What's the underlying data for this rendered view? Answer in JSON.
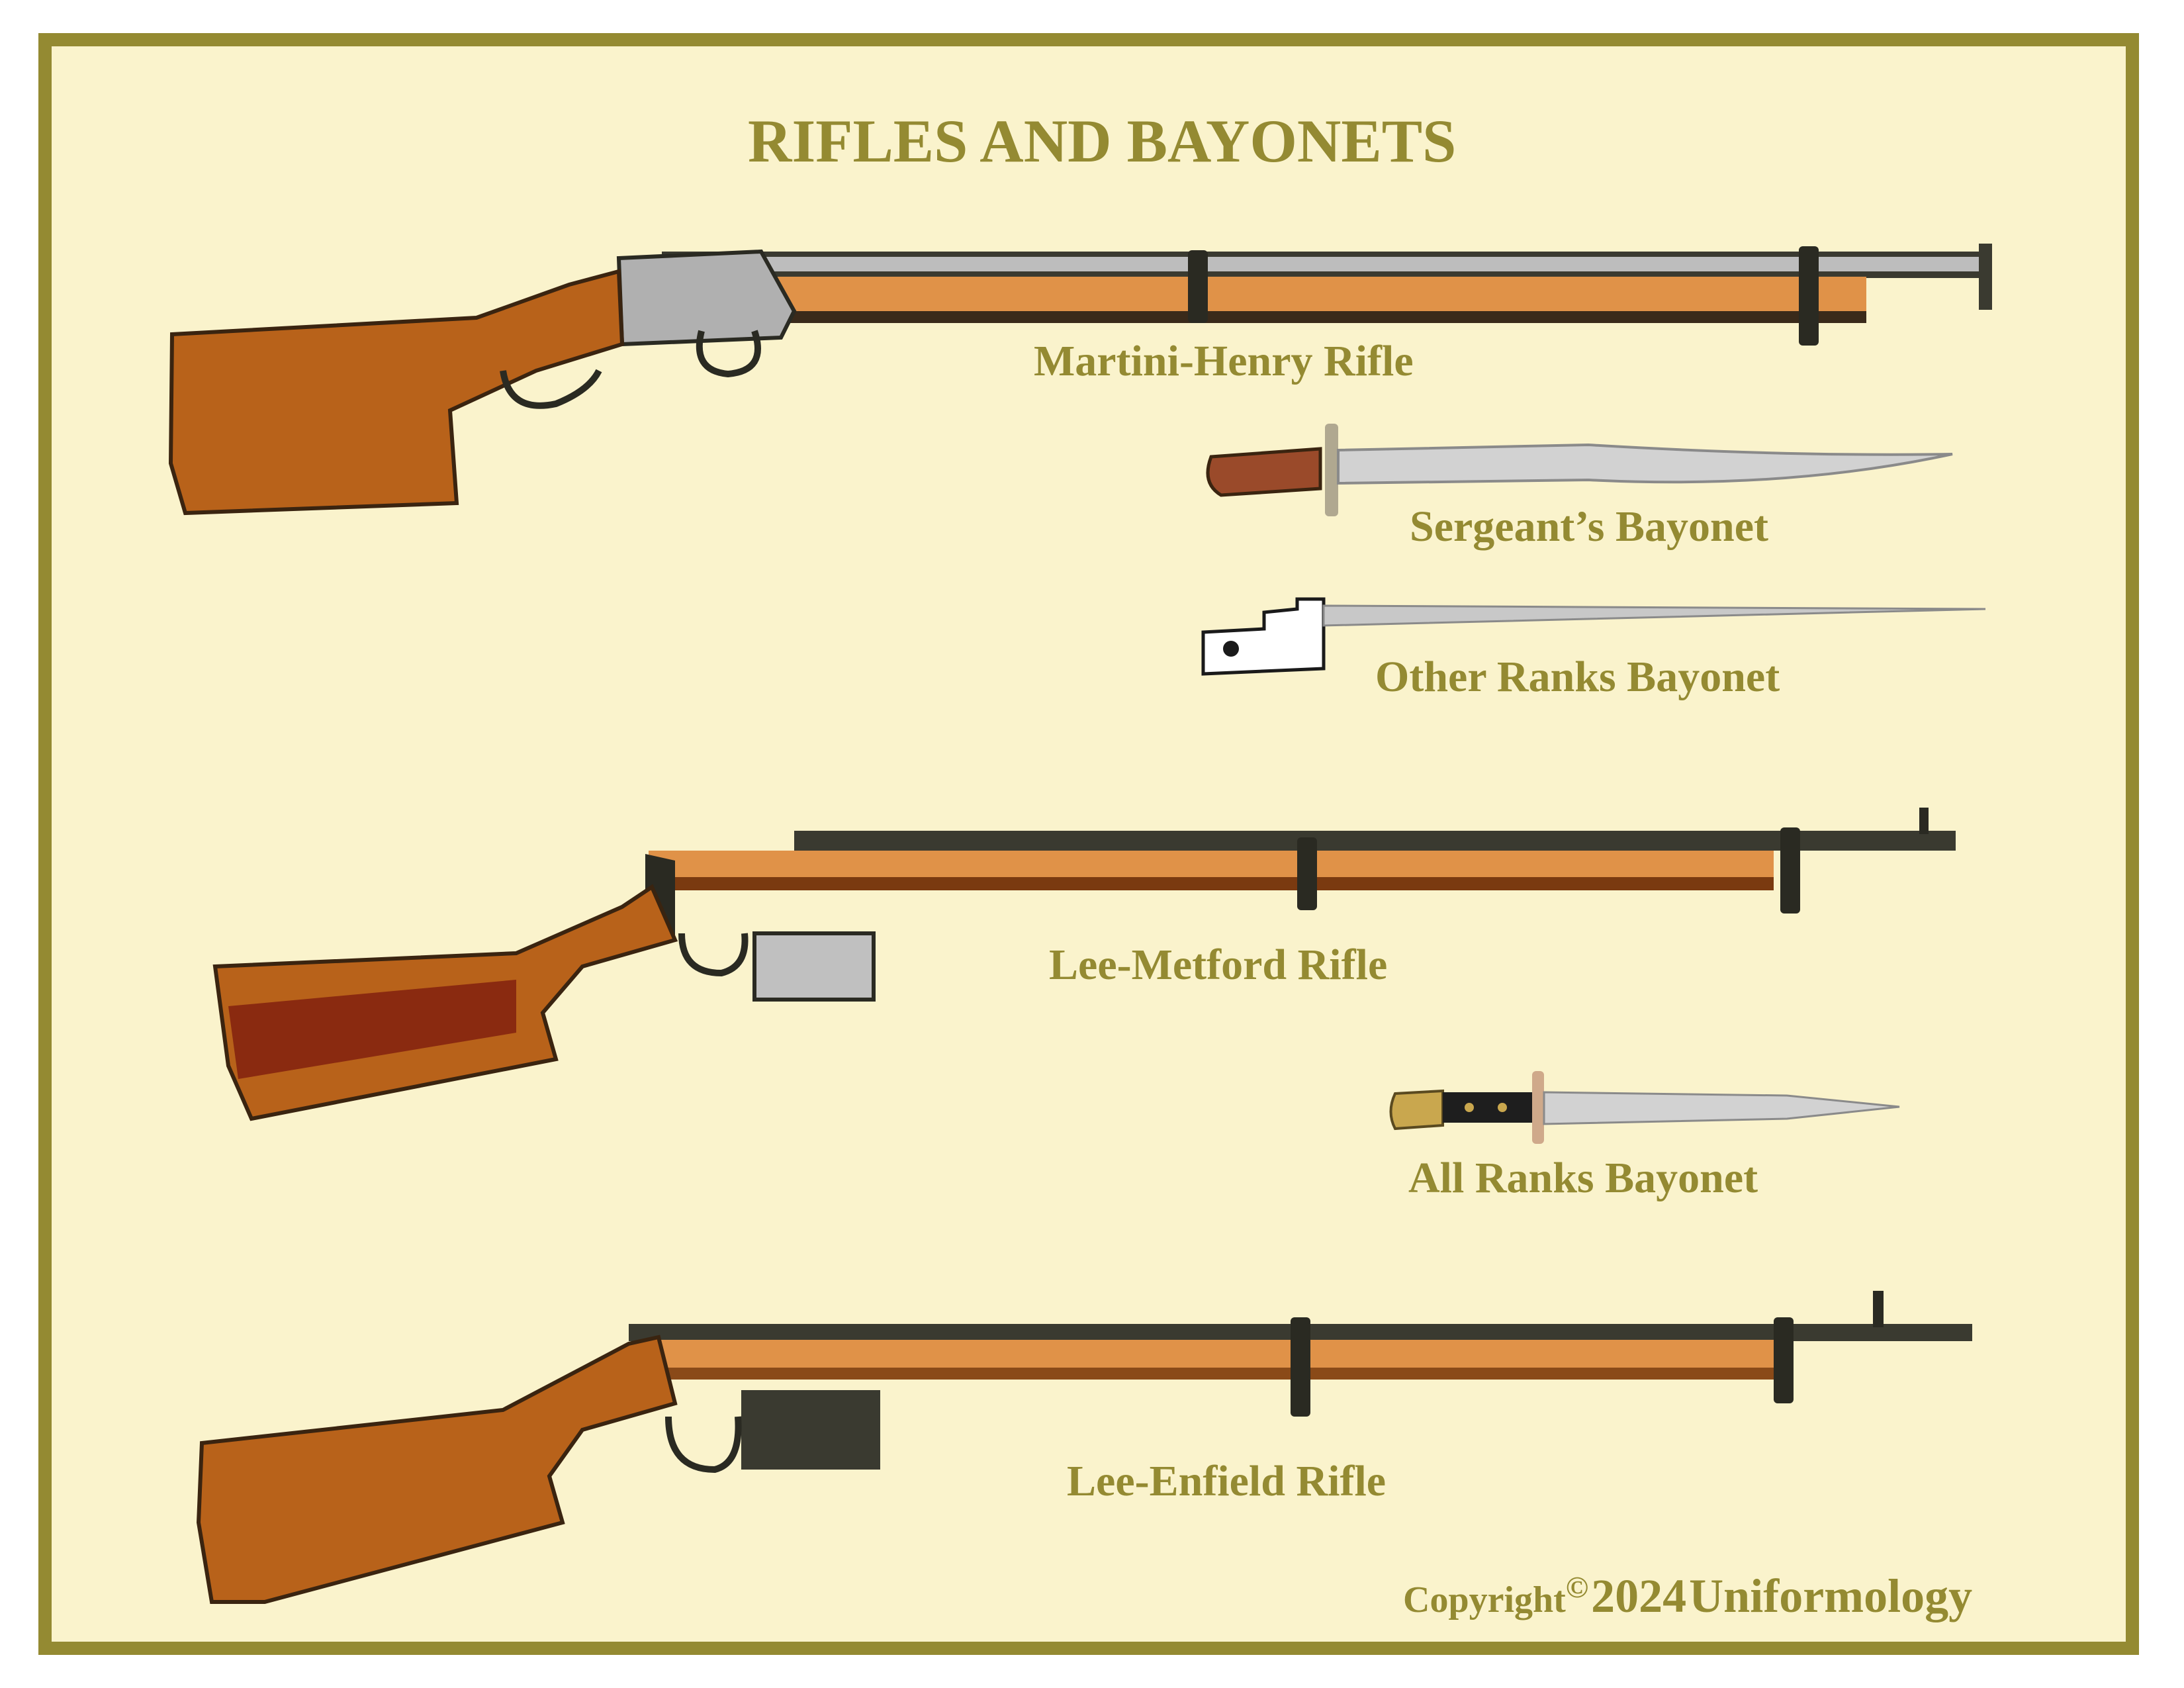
{
  "title": "RIFLES AND BAYONETS",
  "labels": {
    "martini_henry": "Martini-Henry Rifle",
    "sergeants_bayonet": "Sergeant’s Bayonet",
    "other_ranks_bayonet": "Other Ranks Bayonet",
    "lee_metford": "Lee-Metford Rifle",
    "all_ranks_bayonet": "All Ranks Bayonet",
    "lee_enfield": "Lee-Enfield Rifle"
  },
  "copyright": {
    "word": "Copyright",
    "symbol": "©",
    "year": "2024",
    "brand": "Uniformology"
  },
  "colors": {
    "border": "#948a32",
    "background": "#faf3cc",
    "text": "#948a32",
    "wood": "#b8621a",
    "wood_light": "#e8964a",
    "metal": "#2a2a22",
    "steel": "#c8c8c8"
  }
}
